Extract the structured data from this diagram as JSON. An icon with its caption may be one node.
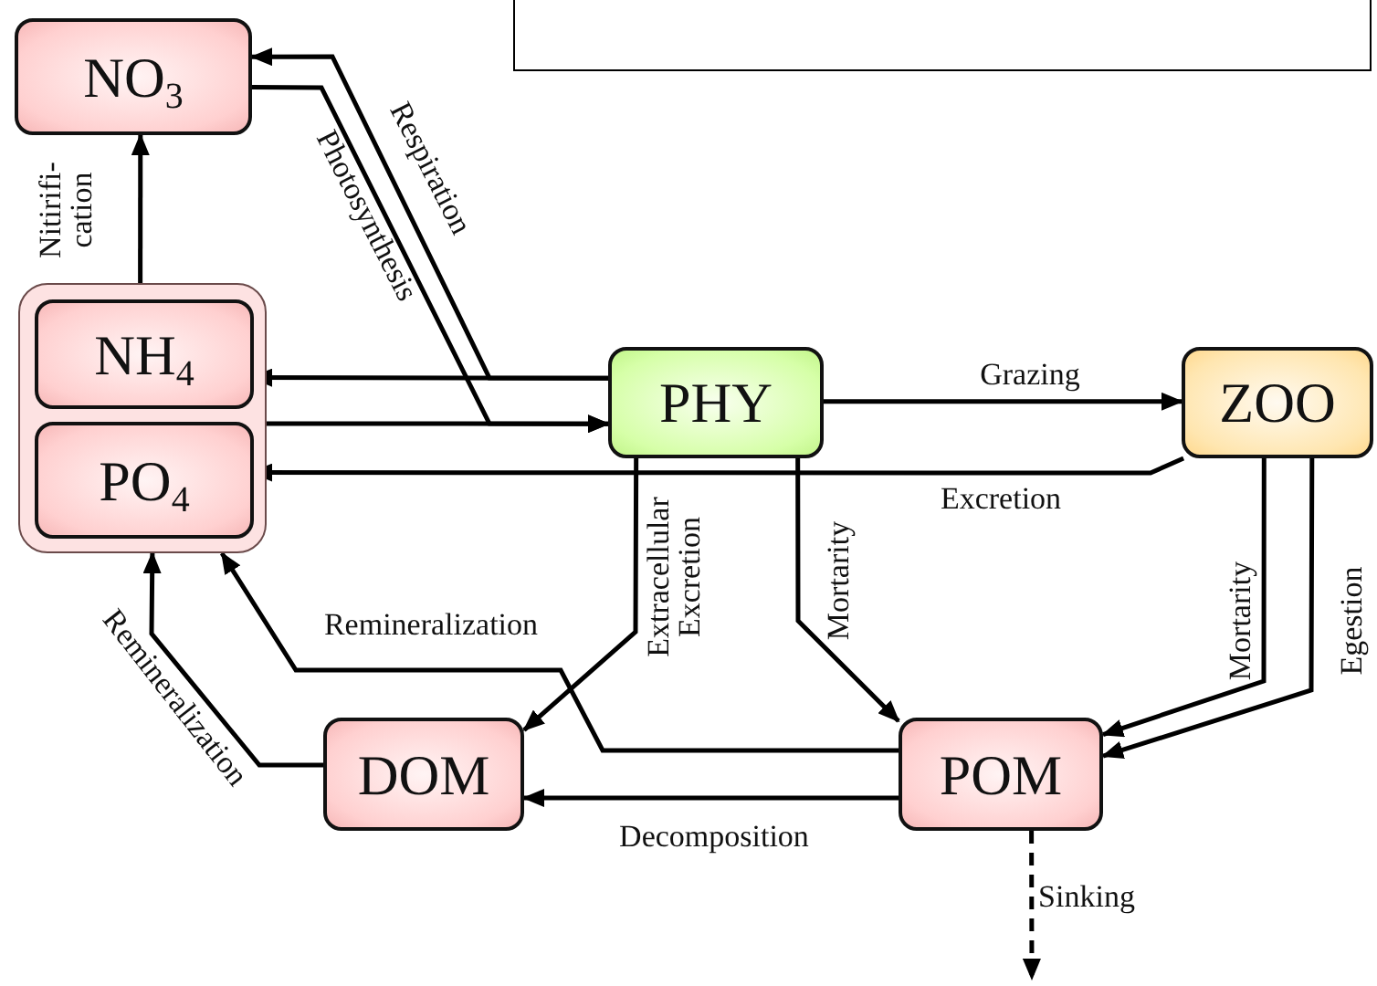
{
  "diagram": {
    "nodes": [
      {
        "text": [
          "NO$_{3}$"
        ]
      },
      {
        "text": [],
        "shape": "box"
      },
      {
        "text": [
          "NH$_{4}$"
        ],
        "in": 1
      },
      {
        "text": [
          "PO$_{4}$"
        ],
        "in": 1
      },
      {
        "text": [
          "PHY"
        ]
      },
      {
        "text": [
          "ZOO"
        ]
      },
      {
        "text": [
          "DOM"
        ]
      },
      {
        "text": [
          "POM"
        ]
      }
    ],
    "edges": [
      {
        "from": 2,
        "to": 0,
        "arrow": "to",
        "label": "Nitirifi- cation"
      },
      {
        "from": 4,
        "to": 0,
        "arrow": "to",
        "label": "Respiration"
      },
      {
        "from": 4,
        "to": 2,
        "arrow": "to"
      },
      {
        "from": 0,
        "to": 4,
        "arrow": "to",
        "label": "Photosynthesis"
      },
      {
        "from": 1,
        "to": 4,
        "arrow": "to"
      },
      {
        "from": 5,
        "to": 3,
        "arrow": "to",
        "label": "Excretion"
      },
      {
        "from": 4,
        "to": 5,
        "arrow": "to",
        "label": "Grazing"
      },
      {
        "from": 4,
        "to": 6,
        "arrow": "to",
        "label": "Extracellular Excretion"
      },
      {
        "from": 4,
        "to": 7,
        "arrow": "to",
        "label": "Mortarity"
      },
      {
        "from": 5,
        "to": 7,
        "arrow": "to",
        "label": "Mortarity"
      },
      {
        "from": 5,
        "to": 7,
        "arrow": "to",
        "label": "Egestion"
      },
      {
        "from": 7,
        "to": 1,
        "arrow": "to",
        "label": "Remineralization"
      },
      {
        "from": 6,
        "to": 1,
        "arrow": "to",
        "label": "Remineralization"
      },
      {
        "from": 7,
        "to": 6,
        "arrow": "to",
        "label": "Decomposition"
      },
      {
        "from": 7,
        "to": null,
        "arrow": "to",
        "label": "Sinking",
        "style": "dashed"
      }
    ]
  }
}
